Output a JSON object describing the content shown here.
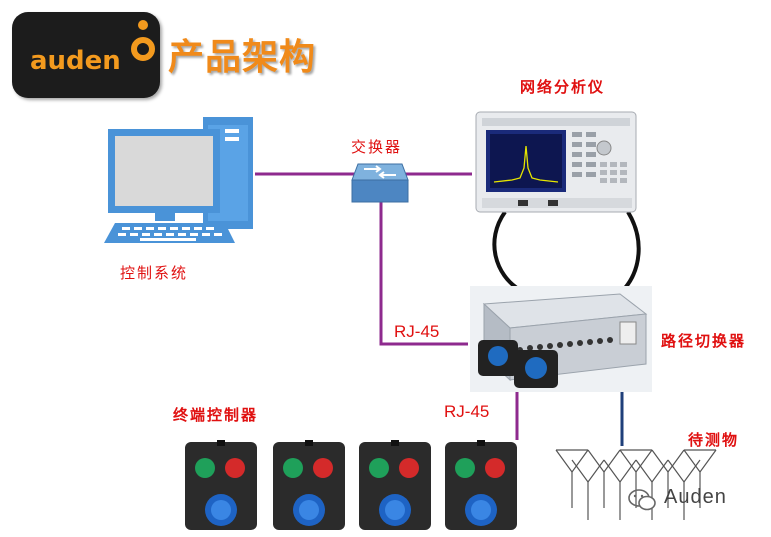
{
  "logo": {
    "text": "auden",
    "colors": {
      "background": "#1c1c1c",
      "accent": "#f39a1e"
    }
  },
  "title": "产品架构",
  "labels": {
    "network_analyzer": "网络分析仪",
    "switch": "交换器",
    "control_system": "控制系统",
    "path_switcher": "路径切换器",
    "terminal_controller": "终端控制器",
    "dut": "待测物",
    "rj45_top": "RJ-45",
    "rj45_bottom": "RJ-45"
  },
  "watermark": {
    "text": "Auden",
    "icon": "wechat-icon"
  },
  "colors": {
    "link": "#8e2a8e",
    "rf_cable": "#111111",
    "antenna_line": "#1f3f7a",
    "label": "#e01010"
  }
}
